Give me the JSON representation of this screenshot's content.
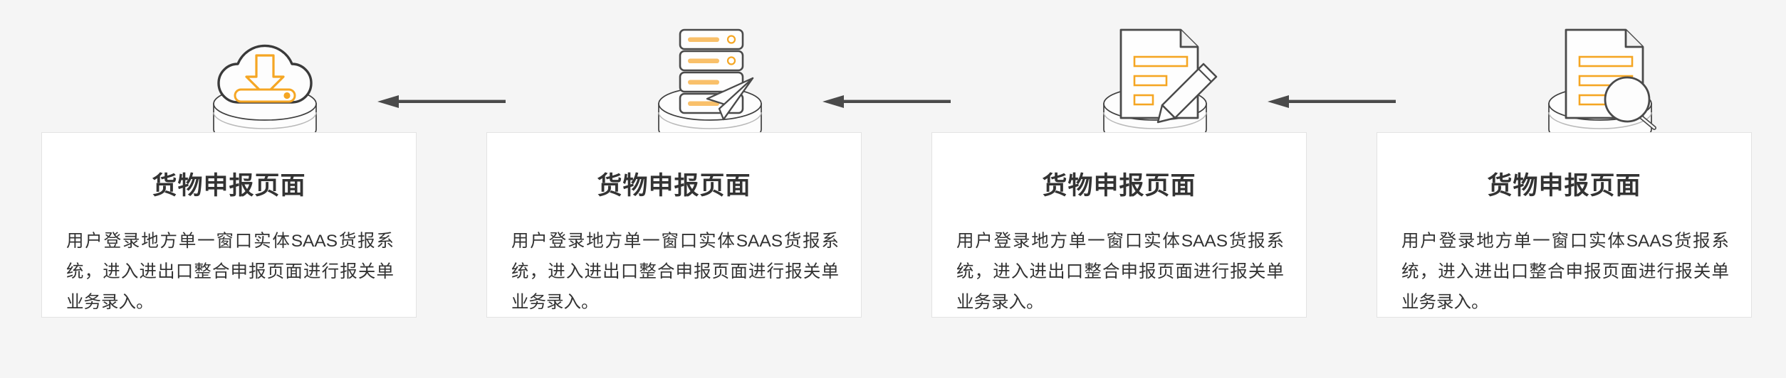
{
  "page": {
    "background_color": "#f5f5f5",
    "title": "货物申报流程图",
    "flow_direction": "right-to-left"
  },
  "theme": {
    "card_background": "#ffffff",
    "card_border": "#e3e3e3",
    "title_color": "#333333",
    "body_color": "#333333",
    "accent_color": "#f5a623",
    "outline_color": "#4a4a4a",
    "arrow_color": "#4a4a4a"
  },
  "steps": [
    {
      "id": "step-1",
      "icon": "cloud-download-icon",
      "icon_label": "云端下载",
      "title": "货物申报页面",
      "body": "用户登录地方单一窗口实体SAAS货报系统，进入进出口整合申报页面进行报关单业务录入。"
    },
    {
      "id": "step-2",
      "icon": "server-send-icon",
      "icon_label": "服务器发送",
      "title": "货物申报页面",
      "body": "用户登录地方单一窗口实体SAAS货报系统，进入进出口整合申报页面进行报关单业务录入。"
    },
    {
      "id": "step-3",
      "icon": "document-edit-icon",
      "icon_label": "单据填写",
      "title": "货物申报页面",
      "body": "用户登录地方单一窗口实体SAAS货报系统，进入进出口整合申报页面进行报关单业务录入。"
    },
    {
      "id": "step-4",
      "icon": "document-search-icon",
      "icon_label": "单据查询",
      "title": "货物申报页面",
      "body": "用户登录地方单一窗口实体SAAS货报系统，进入进出口整合申报页面进行报关单业务录入。"
    }
  ],
  "arrows": [
    {
      "id": "arrow-1",
      "direction": "left",
      "icon": "arrow-left-icon"
    },
    {
      "id": "arrow-2",
      "direction": "left",
      "icon": "arrow-left-icon"
    },
    {
      "id": "arrow-3",
      "direction": "left",
      "icon": "arrow-left-icon"
    }
  ]
}
